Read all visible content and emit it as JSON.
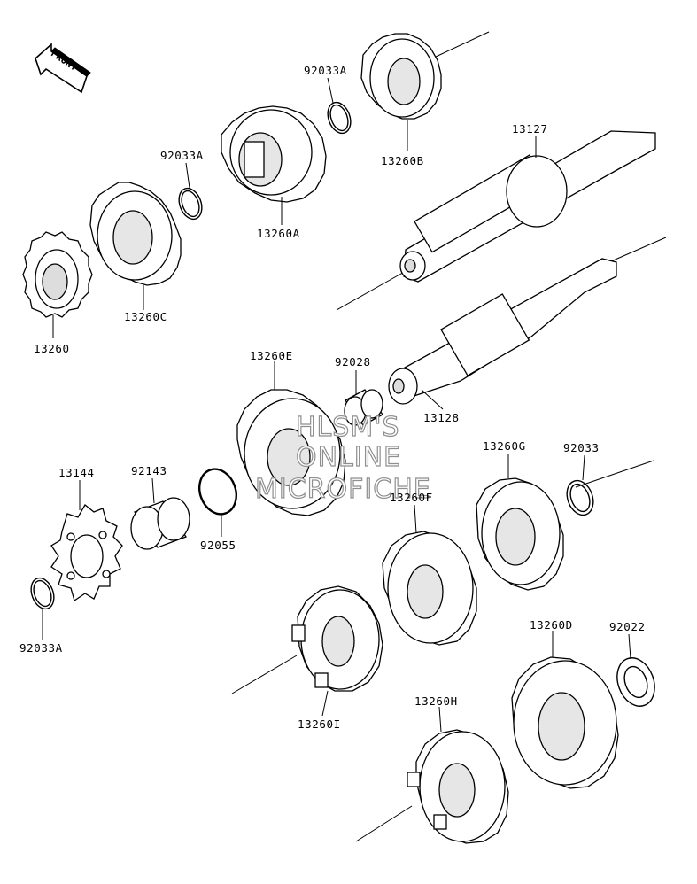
{
  "front_badge": {
    "label": "FRONT"
  },
  "watermark": {
    "line1": "HLSM'S",
    "line2": "ONLINE",
    "line3": "MICROFICHE"
  },
  "parts": [
    {
      "id": "p-92033a-top",
      "label": "92033A"
    },
    {
      "id": "p-13260b",
      "label": "13260B"
    },
    {
      "id": "p-13127",
      "label": "13127"
    },
    {
      "id": "p-92033a-mid",
      "label": "92033A"
    },
    {
      "id": "p-13260a",
      "label": "13260A"
    },
    {
      "id": "p-13260c",
      "label": "13260C"
    },
    {
      "id": "p-13260",
      "label": "13260"
    },
    {
      "id": "p-13260e",
      "label": "13260E"
    },
    {
      "id": "p-92028",
      "label": "92028"
    },
    {
      "id": "p-13128",
      "label": "13128"
    },
    {
      "id": "p-13144",
      "label": "13144"
    },
    {
      "id": "p-92143",
      "label": "92143"
    },
    {
      "id": "p-92055",
      "label": "92055"
    },
    {
      "id": "p-92033a-bot",
      "label": "92033A"
    },
    {
      "id": "p-13260g",
      "label": "13260G"
    },
    {
      "id": "p-92033",
      "label": "92033"
    },
    {
      "id": "p-13260f",
      "label": "13260F"
    },
    {
      "id": "p-13260d",
      "label": "13260D"
    },
    {
      "id": "p-92022",
      "label": "92022"
    },
    {
      "id": "p-13260i",
      "label": "13260I"
    },
    {
      "id": "p-13260h",
      "label": "13260H"
    }
  ]
}
